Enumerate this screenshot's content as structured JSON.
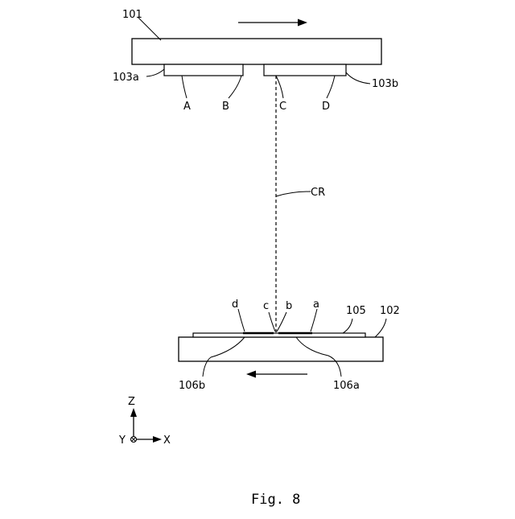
{
  "labels": {
    "plate_top": "101",
    "plate_bottom": "102",
    "sensor_left": "103a",
    "sensor_right": "103b",
    "film": "105",
    "region_left": "106b",
    "region_right": "106a",
    "beam": "CR",
    "point_A": "A",
    "point_B": "B",
    "point_C": "C",
    "point_D": "D",
    "point_a": "a",
    "point_b": "b",
    "point_c": "c",
    "point_d": "d"
  },
  "axes": {
    "z": "Z",
    "y": "Y",
    "x": "X"
  },
  "caption": "Fig. 8"
}
